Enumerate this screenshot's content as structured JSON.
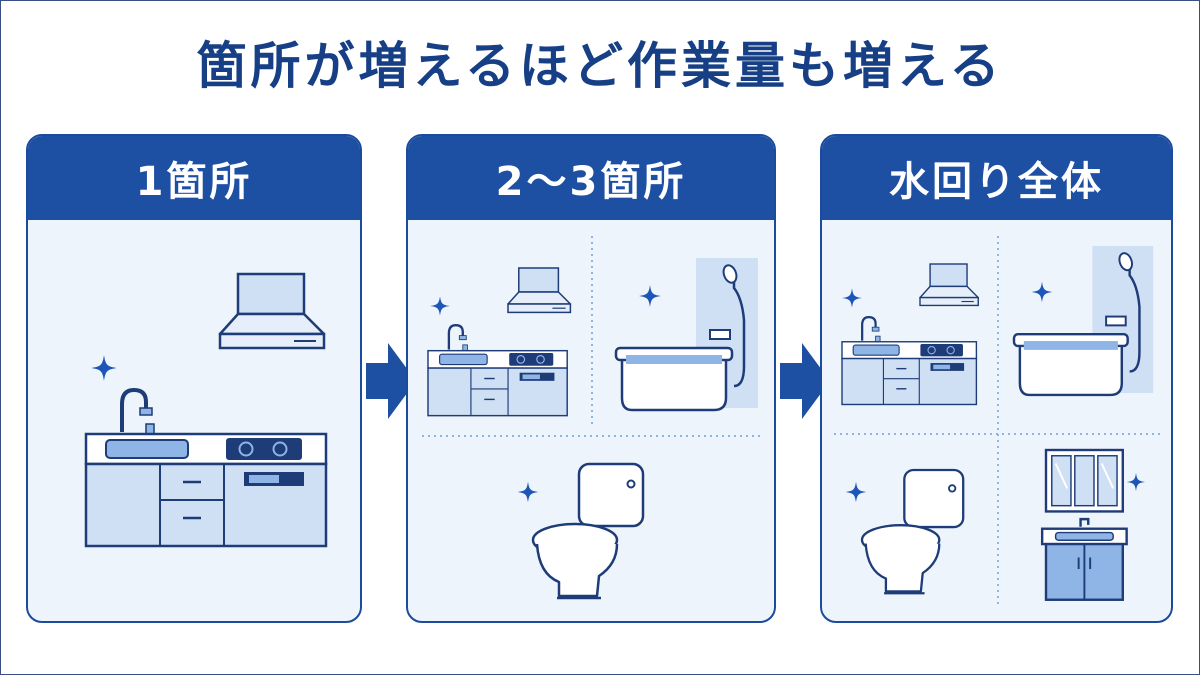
{
  "title": "箇所が増えるほど作業量も増える",
  "colors": {
    "navy": "#163f86",
    "header_blue": "#1d4fa3",
    "panel_bg": "#eef4fb",
    "light_blue": "#cfe0f5",
    "mid_blue": "#8fb4e6",
    "outline": "#1e3c78"
  },
  "panels": [
    {
      "label": "1箇所",
      "items": [
        "range-hood-icon",
        "kitchen-counter-icon",
        "sparkle-icon"
      ]
    },
    {
      "label": "2〜3箇所",
      "items": [
        "range-hood-icon",
        "kitchen-counter-icon",
        "bathtub-icon",
        "shower-icon",
        "toilet-icon",
        "sparkle-icon"
      ]
    },
    {
      "label": "水回り全体",
      "items": [
        "range-hood-icon",
        "kitchen-counter-icon",
        "bathtub-icon",
        "shower-icon",
        "toilet-icon",
        "washbasin-vanity-icon",
        "sparkle-icon"
      ]
    }
  ],
  "arrow_icon": "right-arrow-icon"
}
